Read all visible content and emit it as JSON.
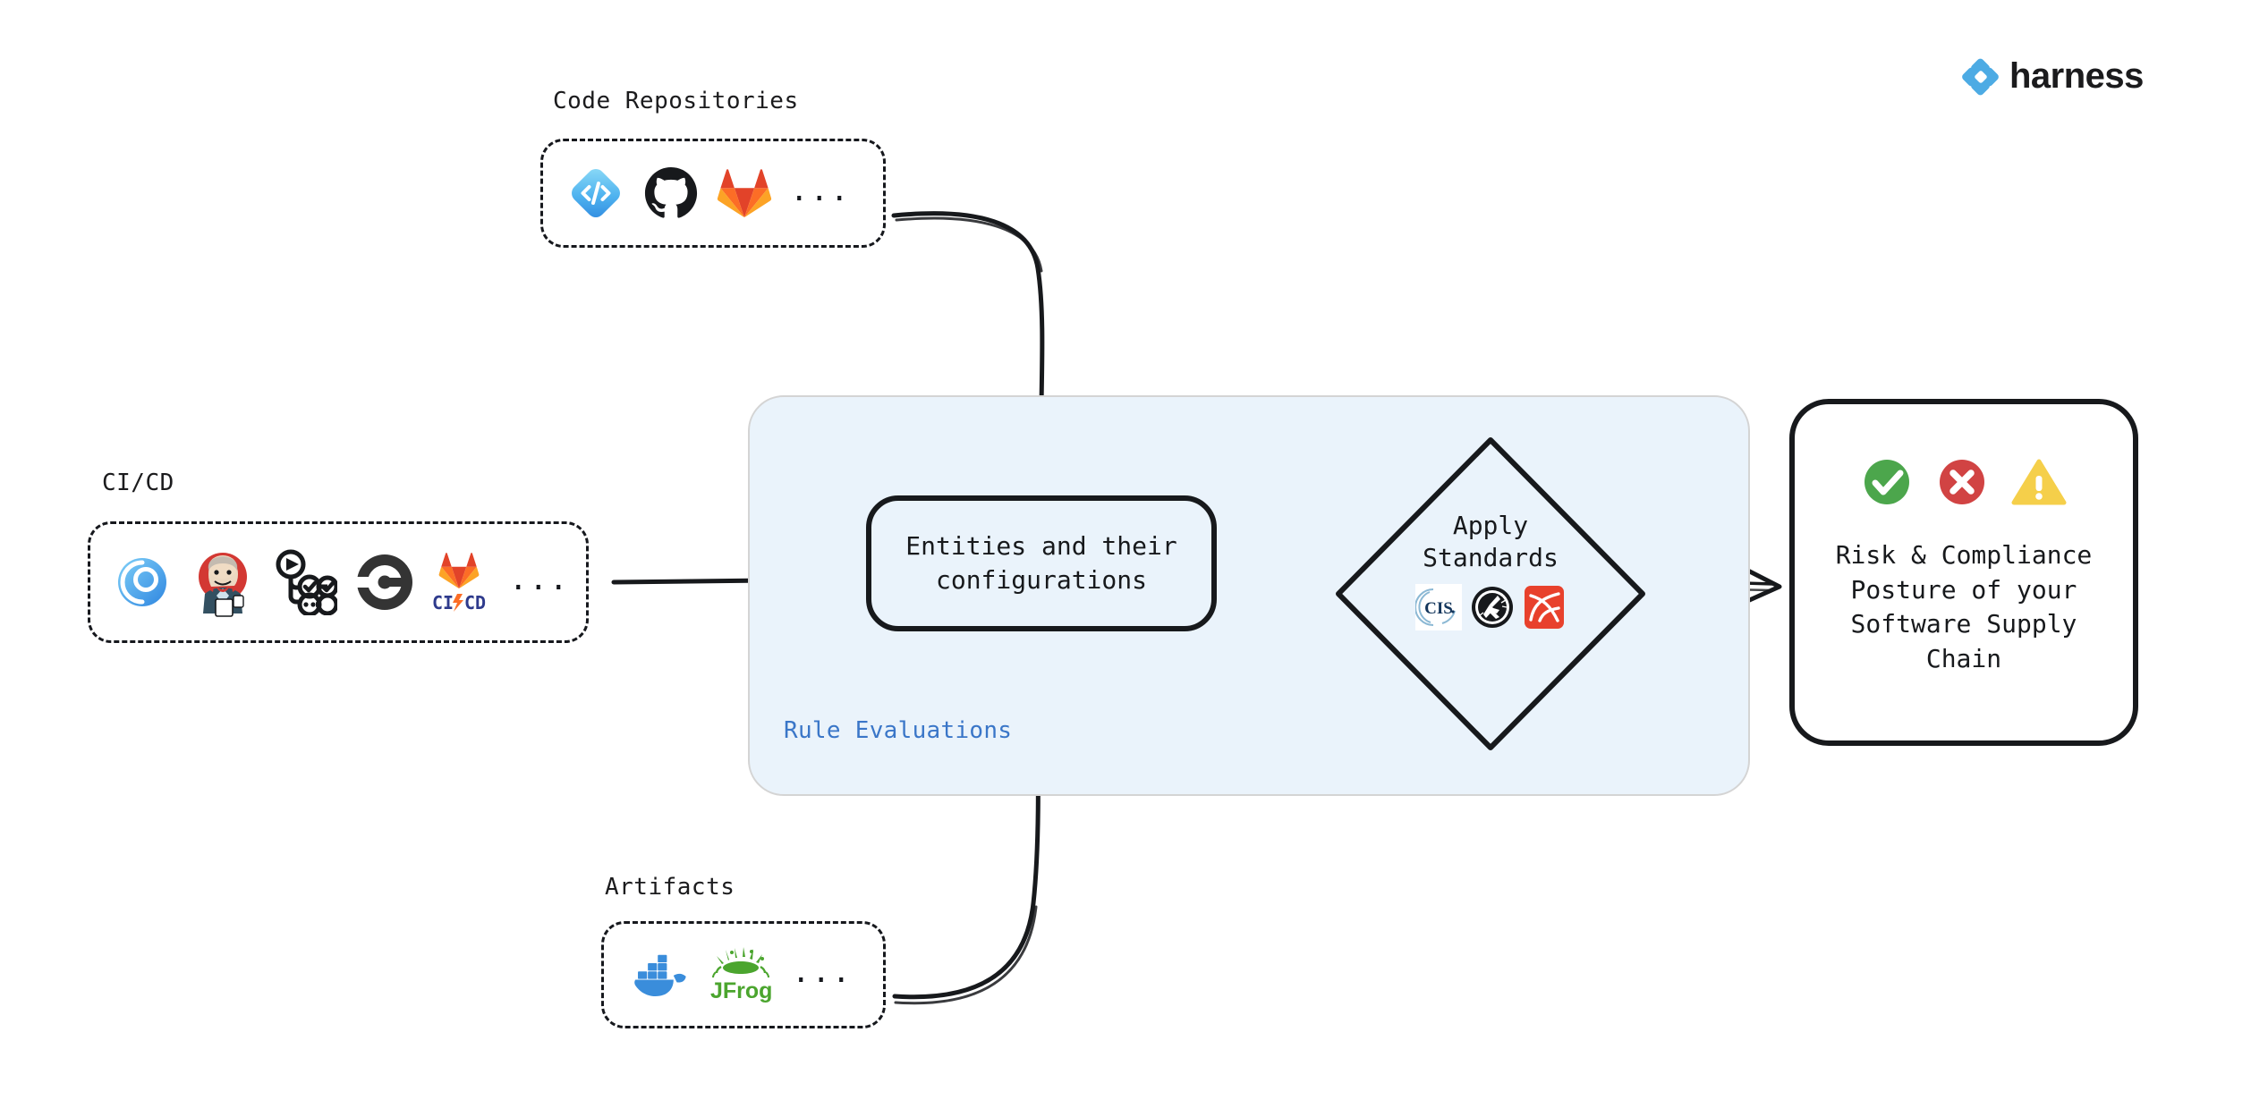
{
  "brand": {
    "name": "harness",
    "logo_icon": "harness-diamond-icon",
    "accent_color": "#4dabe4",
    "text_color": "#1b1b1d"
  },
  "colors": {
    "panel_fill": "#eaf3fb",
    "panel_border": "#d4d4d4",
    "stroke": "#17191c",
    "rule_label": "#3a76c8",
    "success": "#4ca64c",
    "error": "#d14343",
    "warning": "#f5cf4a"
  },
  "sources": [
    {
      "id": "code-repositories",
      "label": "Code Repositories",
      "ellipsis": "...",
      "tools": [
        {
          "name": "harness-code-icon",
          "label": "Harness Code"
        },
        {
          "name": "github-icon",
          "label": "GitHub"
        },
        {
          "name": "gitlab-icon",
          "label": "GitLab"
        }
      ]
    },
    {
      "id": "ci-cd",
      "label": "CI/CD",
      "ellipsis": "...",
      "tools": [
        {
          "name": "harness-ci-icon",
          "label": "Harness CI"
        },
        {
          "name": "jenkins-icon",
          "label": "Jenkins"
        },
        {
          "name": "github-actions-icon",
          "label": "GitHub Actions"
        },
        {
          "name": "circleci-icon",
          "label": "CircleCI"
        },
        {
          "name": "gitlab-cicd-icon",
          "label": "GitLab CI/CD",
          "caption": "CI/CD"
        }
      ]
    },
    {
      "id": "artifacts",
      "label": "Artifacts",
      "ellipsis": "...",
      "tools": [
        {
          "name": "docker-icon",
          "label": "Docker"
        },
        {
          "name": "jfrog-icon",
          "label": "JFrog"
        }
      ]
    }
  ],
  "panel": {
    "label": "Rule Evaluations",
    "entities": {
      "text": "Entities and their\nconfigurations"
    },
    "standards": {
      "text": "Apply\nStandards",
      "logos": [
        {
          "name": "cis-icon",
          "label": "CIS"
        },
        {
          "name": "openssf-icon",
          "label": "OpenSSF"
        },
        {
          "name": "slsa-icon",
          "label": "SLSA"
        }
      ]
    }
  },
  "output": {
    "text": "Risk & Compliance\nPosture of your\nSoftware Supply\nChain",
    "status_icons": [
      {
        "name": "check-circle-icon",
        "label": "Pass",
        "color": "#4ca64c"
      },
      {
        "name": "x-circle-icon",
        "label": "Fail",
        "color": "#d14343"
      },
      {
        "name": "warning-triangle-icon",
        "label": "Warning",
        "color": "#f5cf4a"
      }
    ]
  }
}
